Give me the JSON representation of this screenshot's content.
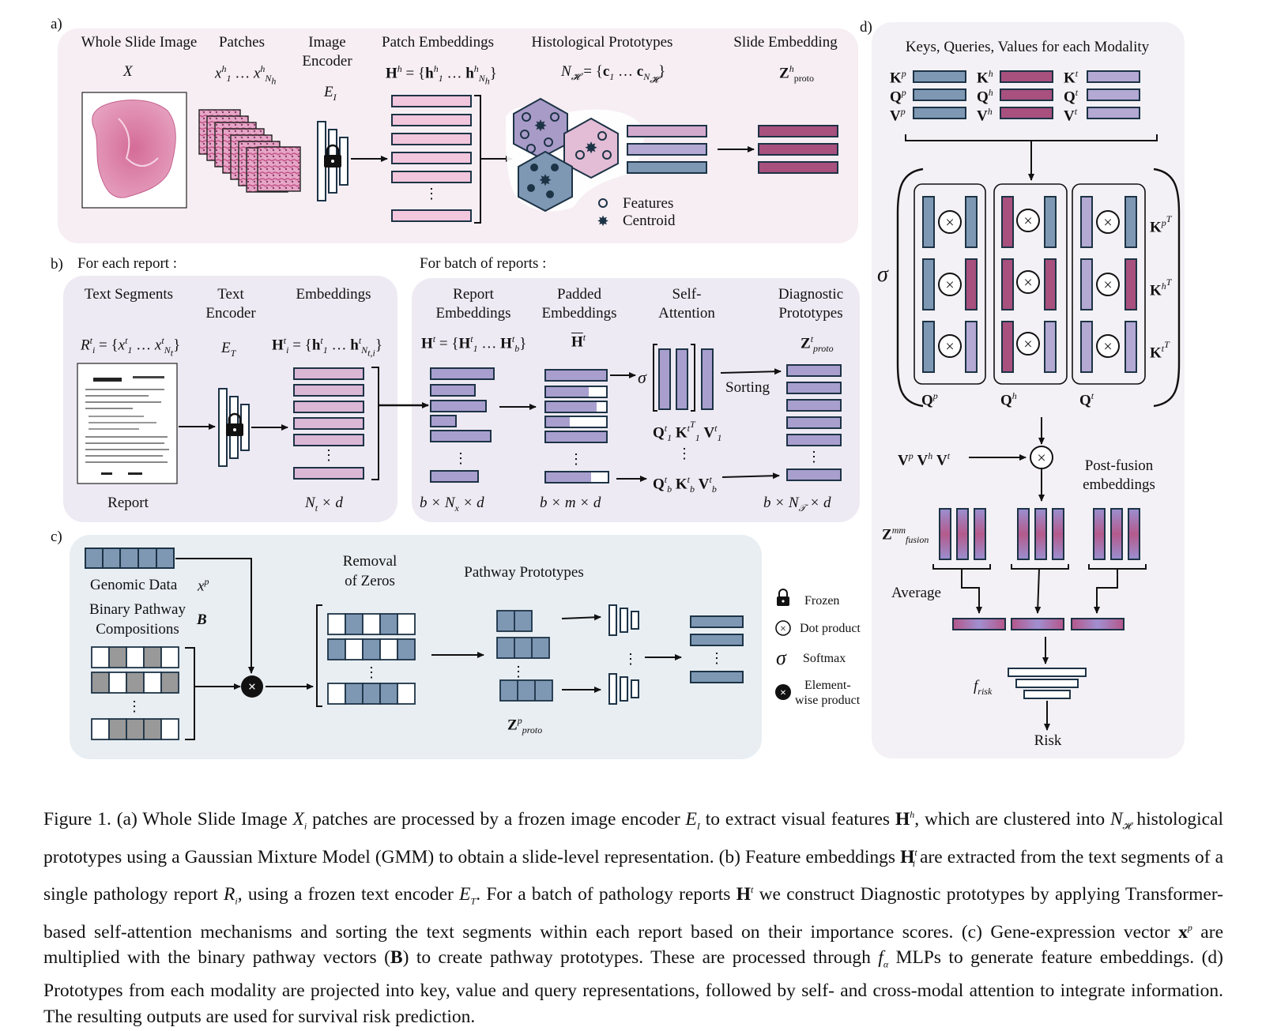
{
  "panel_a": {
    "letter": "a)",
    "titles": {
      "wsi": "Whole Slide Image",
      "patches": "Patches",
      "encoder": "Image Encoder",
      "patch_emb": "Patch Embeddings",
      "histo": "Histological Prototypes",
      "slide": "Slide Embedding"
    },
    "math": {
      "wsi_x": "X",
      "patches_base": "x",
      "patches_sup": "h",
      "patches_sub1": "1",
      "patches_dots": " … ",
      "patches_subN": "N",
      "patches_subNh": "h",
      "encoder_base": "E",
      "encoder_sub": "I",
      "h_base": "H",
      "h_sup": "h",
      "h_eq": " = {",
      "h_el": "h",
      "h_el_sub1": "1",
      "h_dots": " … ",
      "h_el_subN": "N",
      "h_el_subNh": "h",
      "h_close": "}",
      "n_base": "N",
      "n_sub": "𝓗",
      "n_eq": " = {",
      "c_el": "c",
      "c_sub1": "1",
      "c_dots": " … ",
      "c_subN": "N",
      "c_subNH": "𝓗",
      "n_close": "}",
      "z_base": "Z",
      "z_sup": "h",
      "z_sub": "proto"
    },
    "legend": {
      "features": "Features",
      "centroid": "Centroid"
    }
  },
  "panel_b": {
    "letter": "b)",
    "for_each": "For each report :",
    "for_batch": "For batch of reports :",
    "titles": {
      "segments": "Text Segments",
      "encoder": "Text Encoder",
      "embeddings": "Embeddings",
      "report_emb": "Report Embeddings",
      "padded": "Padded Embeddings",
      "selfatt": "Self- Attention",
      "diag": "Diagnostic Prototypes"
    },
    "math": {
      "r_base": "R",
      "r_sup": "t",
      "r_sub": "i",
      "r_eq": " = {",
      "r_el": "x",
      "r_el_sup": "t",
      "r_sub1": "1",
      "r_dots": " … ",
      "r_subN": "N",
      "r_subNt": "t",
      "r_close": "}",
      "et_base": "E",
      "et_sub": "T",
      "hi_base": "H",
      "hi_sup": "t",
      "hi_sub": "i",
      "hi_eq": " = {",
      "hi_el": "h",
      "hi_el_sup": "t",
      "hi_sub1": "1",
      "hi_dots": " … ",
      "hi_el_sub": "N",
      "hi_el_subti": "t,i",
      "hi_close": "}",
      "ht_base": "H",
      "ht_sup": "t",
      "ht_eq": " = {",
      "ht_el": "H",
      "ht_el_sup": "t",
      "ht_sub1": "1",
      "ht_dots": " … ",
      "ht_subb": "b",
      "ht_close": "}",
      "htt_base": "H",
      "htt_sup": "t",
      "zt_base": "Z",
      "zt_sup": "t",
      "zt_sub": "proto",
      "report": "Report",
      "nt_N": "N",
      "nt_sub": "t",
      "nt_rest": " × d",
      "bx_pre": "b × ",
      "bx_N": "N",
      "bx_sub": "x",
      "bx_rest": " × d",
      "bm": "b × m × d",
      "bnt_pre": "b × ",
      "bnt_N": "N",
      "bnt_sub": "𝒯",
      "bnt_rest": " × d",
      "sorting": "Sorting",
      "sigma": "σ",
      "qkv1_Q": "Q",
      "qkv1_Qsup": "t",
      "qkv1_Qsub": "1",
      "qkv1_K": "K",
      "qkv1_Ksup": "t",
      "qkv1_KsupT": "T",
      "qkv1_Ksub": "1",
      "qkv1_V": "V",
      "qkv1_Vsup": "t",
      "qkv1_Vsub": "1",
      "qkvb_Q": "Q",
      "qkvb_Qsup": "t",
      "qkvb_Qsub": "b",
      "qkvb_K": "K",
      "qkvb_Ksup": "t",
      "qkvb_Ksub": "b",
      "qkvb_V": "V",
      "qkvb_Vsup": "t",
      "qkvb_Vsub": "b"
    }
  },
  "panel_c": {
    "letter": "c)",
    "genomic": "Genomic Data",
    "xp_base": "x",
    "xp_sup": "p",
    "binary_l1": "Binary Pathway",
    "binary_l2": "Compositions",
    "B": "B",
    "removal_l1": "Removal",
    "removal_l2": "of Zeros",
    "pathway": "Pathway Prototypes",
    "zp_base": "Z",
    "zp_sup": "p",
    "zp_sub": "proto"
  },
  "legend": {
    "frozen": "Frozen",
    "dot": "Dot product",
    "softmax": "Softmax",
    "softmax_sym": "σ",
    "elem_l1": "Element-",
    "elem_l2": "wise product"
  },
  "panel_d": {
    "letter": "d)",
    "title": "Keys, Queries, Values for each Modality",
    "sigma": "σ",
    "K": "K",
    "Q": "Q",
    "V": "V",
    "p": "p",
    "h": "h",
    "t": "t",
    "T": "T",
    "vvv_V": "V",
    "post_l1": "Post-fusion",
    "post_l2": "embeddings",
    "zmm_base": "Z",
    "zmm_sup": "mm",
    "zmm_sub": "fusion",
    "average": "Average",
    "f_base": "f",
    "f_sub": "risk",
    "risk": "Risk"
  },
  "caption": {
    "s1": "Figure 1. (a) Whole Slide Image ",
    "x_base": "X",
    "x_sub": "i",
    "s2": " patches are processed by a frozen image encoder ",
    "e_base": "E",
    "e_sub": "I",
    "s3": " to extract visual features ",
    "h_base": "H",
    "h_sup": "h",
    "s4": ", which are clustered into ",
    "n_base": "N",
    "n_sub": "𝓗",
    "s5": " histological prototypes using a Gaussian Mixture Model (GMM) to obtain a slide-level representation. (b) Feature embeddings ",
    "hi_base": "H",
    "hi_sup": "t",
    "hi_sub": "i",
    "s6": " are extracted from the text segments of a single pathology report ",
    "r_base": "R",
    "r_sub": "i",
    "s7": ", using a frozen text encoder ",
    "et_base": "E",
    "et_sub": "T",
    "s8": ". For a batch of pathology reports ",
    "ht_base": "H",
    "ht_sup": "t",
    "s9": " we construct Diagnostic prototypes by applying Transformer-based self-attention mechanisms and sorting the text segments within each report based on their importance scores. (c) Gene-expression vector ",
    "xp_base": "x",
    "xp_sup": "p",
    "s10": " are multiplied with the binary pathway vectors (",
    "b": "B",
    "s11": ") to create pathway prototypes. These are processed through ",
    "fa_base": "f",
    "fa_sub": "α",
    "s12": " MLPs to generate feature embeddings. (d) Prototypes from each modality are projected into key, value and query representations, followed by self- and cross-modal attention to integrate information. The resulting outputs are used for survival risk prediction."
  },
  "colors": {
    "panel_pink": "#f6eef3",
    "panel_lavender": "#eeeaf3",
    "panel_blue": "#e8eef2",
    "panel_gray": "#f3f1f5",
    "pink": "#f2c6dc",
    "lavender": "#b3a9d3",
    "blue": "#7e98b4",
    "magenta": "#a8507e",
    "dark": "#1d3346"
  }
}
